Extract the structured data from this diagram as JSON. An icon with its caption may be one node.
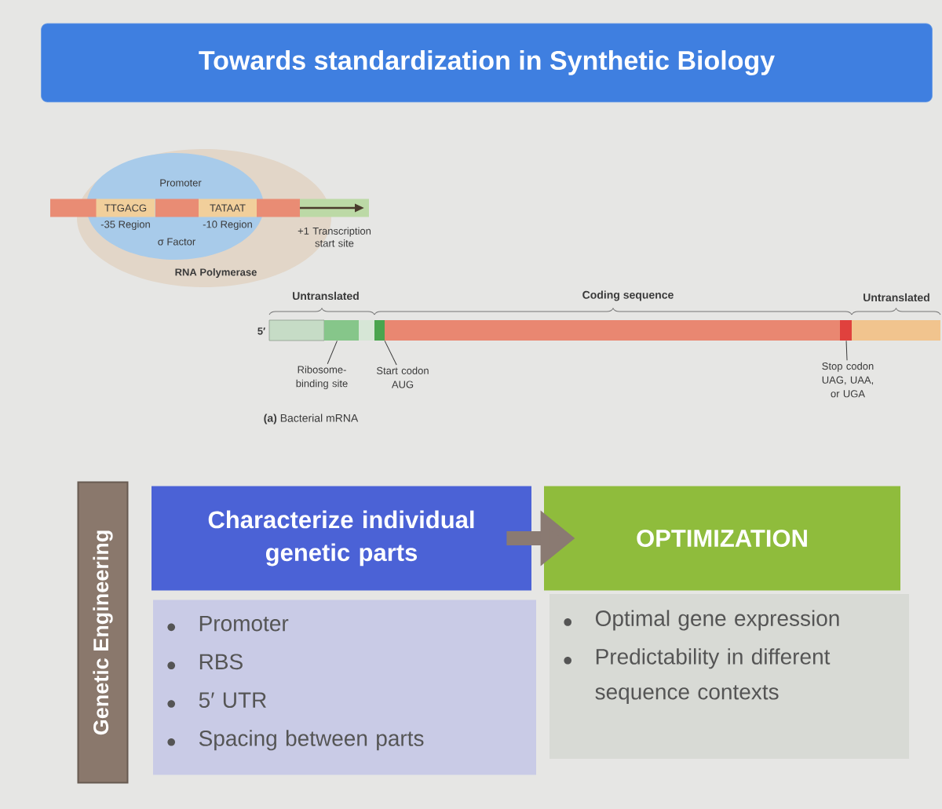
{
  "diagram": {
    "title": "Towards standardization in Synthetic Biology",
    "nodes": [
      {
        "text": [
          "RNA Polymerase"
        ]
      },
      {
        "text": [
          "σ Factor"
        ],
        "in": 0
      },
      {
        "text": [
          "TTGACG"
        ],
        "beside": [
          "-35 Region"
        ],
        "in": 1
      },
      {
        "text": [
          "TATAAT"
        ],
        "beside": [
          "-10 Region"
        ],
        "in": 1
      },
      {
        "text": [],
        "shape": "box",
        "beside": [
          "+1 Transcription start site"
        ]
      },
      {
        "text": [
          "Ribosome-binding site"
        ]
      },
      {
        "text": [],
        "shape": "box"
      },
      {
        "text": [
          "Start codon AUG"
        ]
      },
      {
        "text": [],
        "shape": "box"
      },
      {
        "text": [
          "Stop codon UAG, UAA, or UGA"
        ]
      },
      {
        "text": [],
        "shape": "box"
      },
      {
        "text": [
          "Genetic Engineering"
        ]
      },
      {
        "text": [
          "Characterize individual genetic parts"
        ]
      },
      {
        "text": [
          "Promoter",
          "RBS",
          "5′ UTR",
          "Spacing between parts"
        ]
      },
      {
        "text": [
          "OPTIMIZATION"
        ]
      },
      {
        "text": [
          "Optimal gene expression",
          "Predictability in different sequence contexts"
        ]
      }
    ],
    "edges": [
      {
        "from": 5,
        "to": 6,
        "arrow": "none"
      },
      {
        "from": 7,
        "to": 8,
        "arrow": "none"
      },
      {
        "from": 9,
        "to": 10,
        "arrow": "none"
      },
      {
        "from": 12,
        "to": 14,
        "arrow": "to",
        "style": "thick",
        "color": "#8a7a72"
      }
    ],
    "labels": [
      "Promoter",
      "Untranslated",
      "Coding sequence",
      "Untranslated",
      "5′",
      "**(a)** Bacterial mRNA"
    ]
  }
}
